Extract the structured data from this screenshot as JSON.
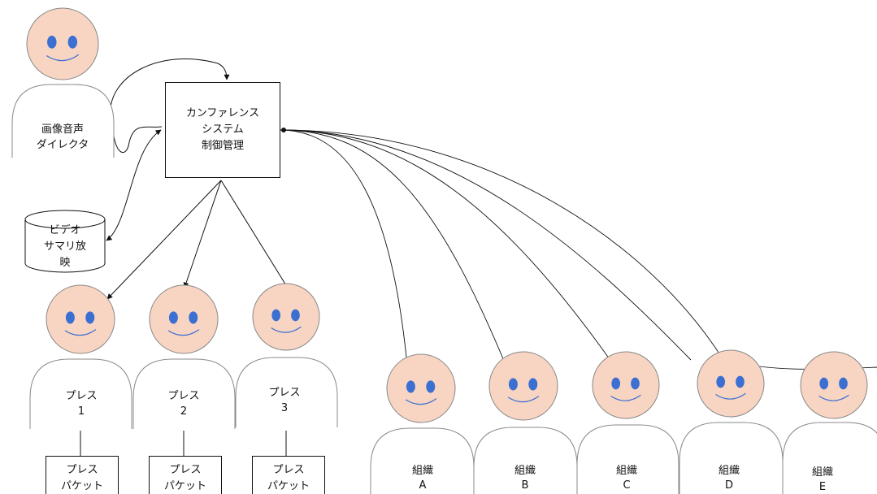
{
  "director": {
    "line1": "画像音声",
    "line2": "ダイレクタ"
  },
  "control": {
    "line1": "カンファレンス",
    "line2": "システム",
    "line3": "制御管理"
  },
  "video": {
    "line1": "ビデオ",
    "line2": "サマリ放",
    "line3": "映"
  },
  "press": [
    {
      "line1": "プレス",
      "line2": "1",
      "packet1": "プレス",
      "packet2": "パケット"
    },
    {
      "line1": "プレス",
      "line2": "2",
      "packet1": "プレス",
      "packet2": "パケット"
    },
    {
      "line1": "プレス",
      "line2": "3",
      "packet1": "プレス",
      "packet2": "パケット"
    }
  ],
  "orgs": [
    {
      "line1": "組織",
      "line2": "A"
    },
    {
      "line1": "組織",
      "line2": "B"
    },
    {
      "line1": "組織",
      "line2": "C"
    },
    {
      "line1": "組織",
      "line2": "D"
    },
    {
      "line1": "組織",
      "line2": "E"
    }
  ],
  "colors": {
    "skin": "#f8d5c2",
    "eye": "#3b6fd1",
    "smile": "#3b6fd1",
    "stroke": "#888888",
    "line": "#111111"
  }
}
